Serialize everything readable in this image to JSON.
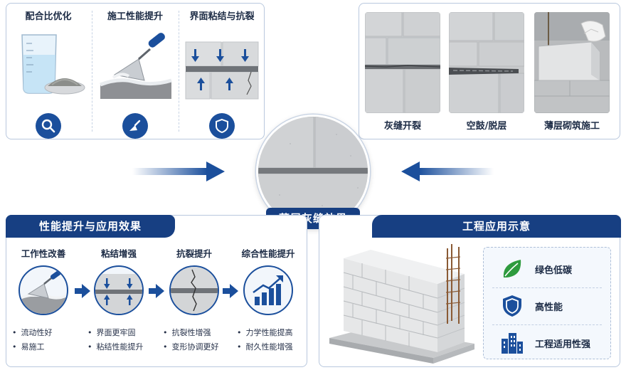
{
  "top_left": {
    "items": [
      {
        "title": "配合比优化",
        "icon": "magnifier-icon"
      },
      {
        "title": "施工性能提升",
        "icon": "trowel-icon"
      },
      {
        "title": "界面粘结与抗裂",
        "icon": "shield-icon"
      }
    ]
  },
  "top_right": {
    "photos": [
      {
        "label": "灰缝开裂"
      },
      {
        "label": "空鼓/脱层"
      },
      {
        "label": "薄层砌筑施工"
      }
    ]
  },
  "center": {
    "label": "薄层灰缝效果"
  },
  "bottom_left": {
    "header": "性能提升与应用效果",
    "items": [
      {
        "title": "工作性改善",
        "bullets": [
          "流动性好",
          "易施工"
        ]
      },
      {
        "title": "粘结增强",
        "bullets": [
          "界面更牢固",
          "粘结性能提升"
        ]
      },
      {
        "title": "抗裂提升",
        "bullets": [
          "抗裂性增强",
          "变形协调更好"
        ]
      },
      {
        "title": "综合性能提升",
        "bullets": [
          "力学性能提高",
          "耐久性能增强"
        ]
      }
    ]
  },
  "bottom_right": {
    "header": "工程应用示意",
    "features": [
      {
        "label": "绿色低碳",
        "icon": "leaf-icon"
      },
      {
        "label": "高性能",
        "icon": "shield-icon"
      },
      {
        "label": "工程适用性强",
        "icon": "buildings-icon"
      }
    ]
  },
  "colors": {
    "navy": "#173f82",
    "accent": "#1b4f9c",
    "leaf": "#2e9b3e"
  }
}
